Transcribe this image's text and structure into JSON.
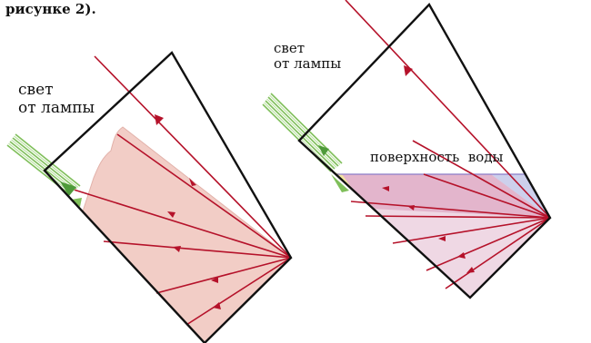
{
  "caption": "рисунке 2).",
  "left_diagram": {
    "label_line1": "свет",
    "label_line2": "от лампы"
  },
  "right_diagram": {
    "label_line1": "свет",
    "label_line2": "от лампы",
    "surface_label": "поверхность  воды"
  },
  "colors": {
    "ray": "#b5122a",
    "outline": "#111111",
    "pink_fill": "#f2cdc6",
    "water_fill": "#efd8e4",
    "water_top": "#e3b5cc",
    "blue_fill": "#cdd0ec",
    "lamp_green": "#7fbf5a"
  }
}
